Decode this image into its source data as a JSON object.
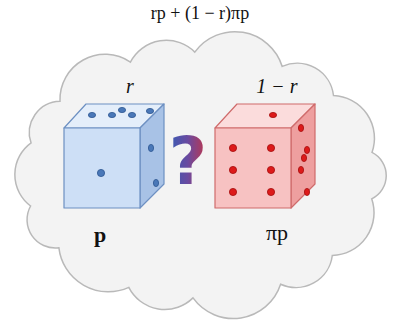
{
  "diagram": {
    "title": "rp + (1 − r)πp",
    "nodes": [
      {
        "text": [
          "?"
        ]
      },
      {
        "text": [
          "r",
          "p"
        ],
        "in": 0
      },
      {
        "text": [
          "1 − r",
          "πp"
        ],
        "in": 0
      }
    ]
  }
}
